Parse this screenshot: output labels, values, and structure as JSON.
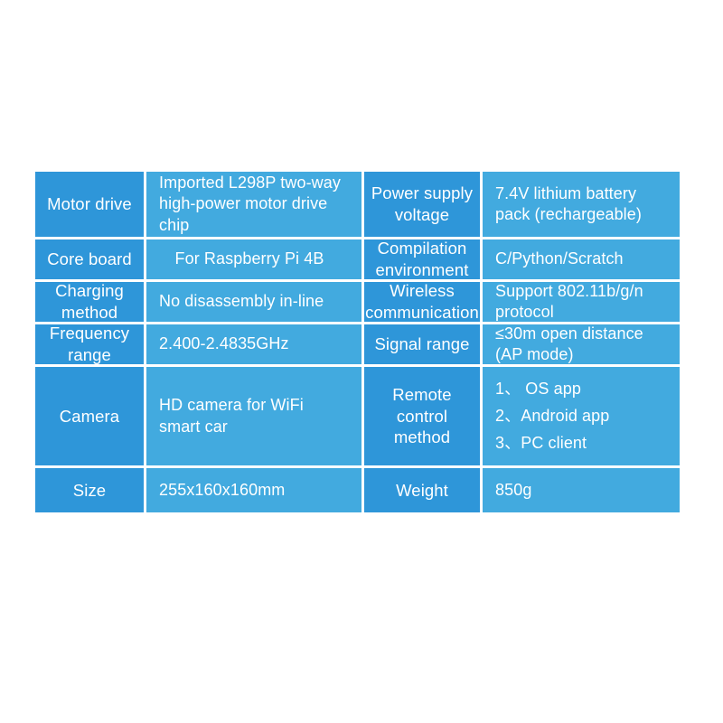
{
  "table": {
    "theme": {
      "label_bg": "#2e96d9",
      "value_bg": "#42aadf",
      "text_color": "#ffffff",
      "gap_color": "#ffffff",
      "page_bg": "#ffffff"
    },
    "rows": [
      {
        "label_left": "Motor drive",
        "value_left": "Imported L298P two-way\nhigh-power motor drive chip",
        "label_right": "Power supply\nvoltage",
        "value_right": "7.4V lithium battery\npack (rechargeable)"
      },
      {
        "label_left": "Core board",
        "value_left": "For   Raspberry Pi 4B",
        "label_right": "Compilation\nenvironment",
        "value_right": "C/Python/Scratch"
      },
      {
        "label_left": "Charging\nmethod",
        "value_left": "No disassembly in-line",
        "label_right": "Wireless\ncommunication",
        "value_right": "Support 802.11b/g/n\nprotocol"
      },
      {
        "label_left": "Frequency\nrange",
        "value_left": "2.400-2.4835GHz",
        "label_right": "Signal range",
        "value_right": "≤30m open distance\n(AP mode)"
      },
      {
        "label_left": "Camera",
        "value_left": "HD camera for WiFi\nsmart car",
        "label_right": "Remote\ncontrol\nmethod",
        "value_right_lines": [
          "1、 OS app",
          "2、Android app",
          "3、PC client"
        ]
      },
      {
        "label_left": "Size",
        "value_left": "255x160x160mm",
        "label_right": "Weight",
        "value_right": "850g"
      }
    ]
  }
}
